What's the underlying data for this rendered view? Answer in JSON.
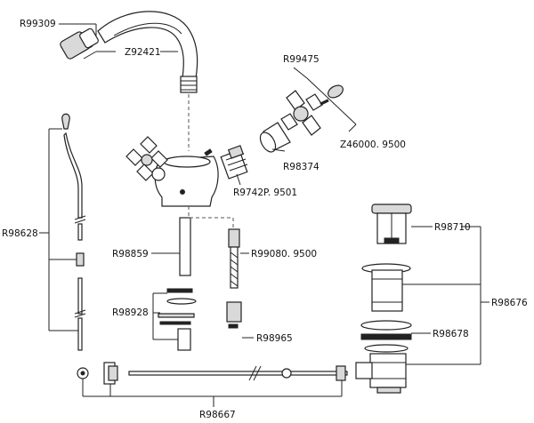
{
  "parts": [
    {
      "id": "r99309",
      "code": "R99309"
    },
    {
      "id": "z92421",
      "code": "Z92421"
    },
    {
      "id": "r99475",
      "code": "R99475"
    },
    {
      "id": "r98374",
      "code": "R98374"
    },
    {
      "id": "z46000",
      "code": "Z46000. 9500"
    },
    {
      "id": "r9742p",
      "code": "R9742P. 9501"
    },
    {
      "id": "r98628",
      "code": "R98628"
    },
    {
      "id": "r98859",
      "code": "R98859"
    },
    {
      "id": "r99080",
      "code": "R99080. 9500"
    },
    {
      "id": "r98928",
      "code": "R98928"
    },
    {
      "id": "r98965",
      "code": "R98965"
    },
    {
      "id": "r98710",
      "code": "R98710"
    },
    {
      "id": "r98676",
      "code": "R98676"
    },
    {
      "id": "r98678",
      "code": "R98678"
    },
    {
      "id": "r98667",
      "code": "R98667"
    }
  ]
}
